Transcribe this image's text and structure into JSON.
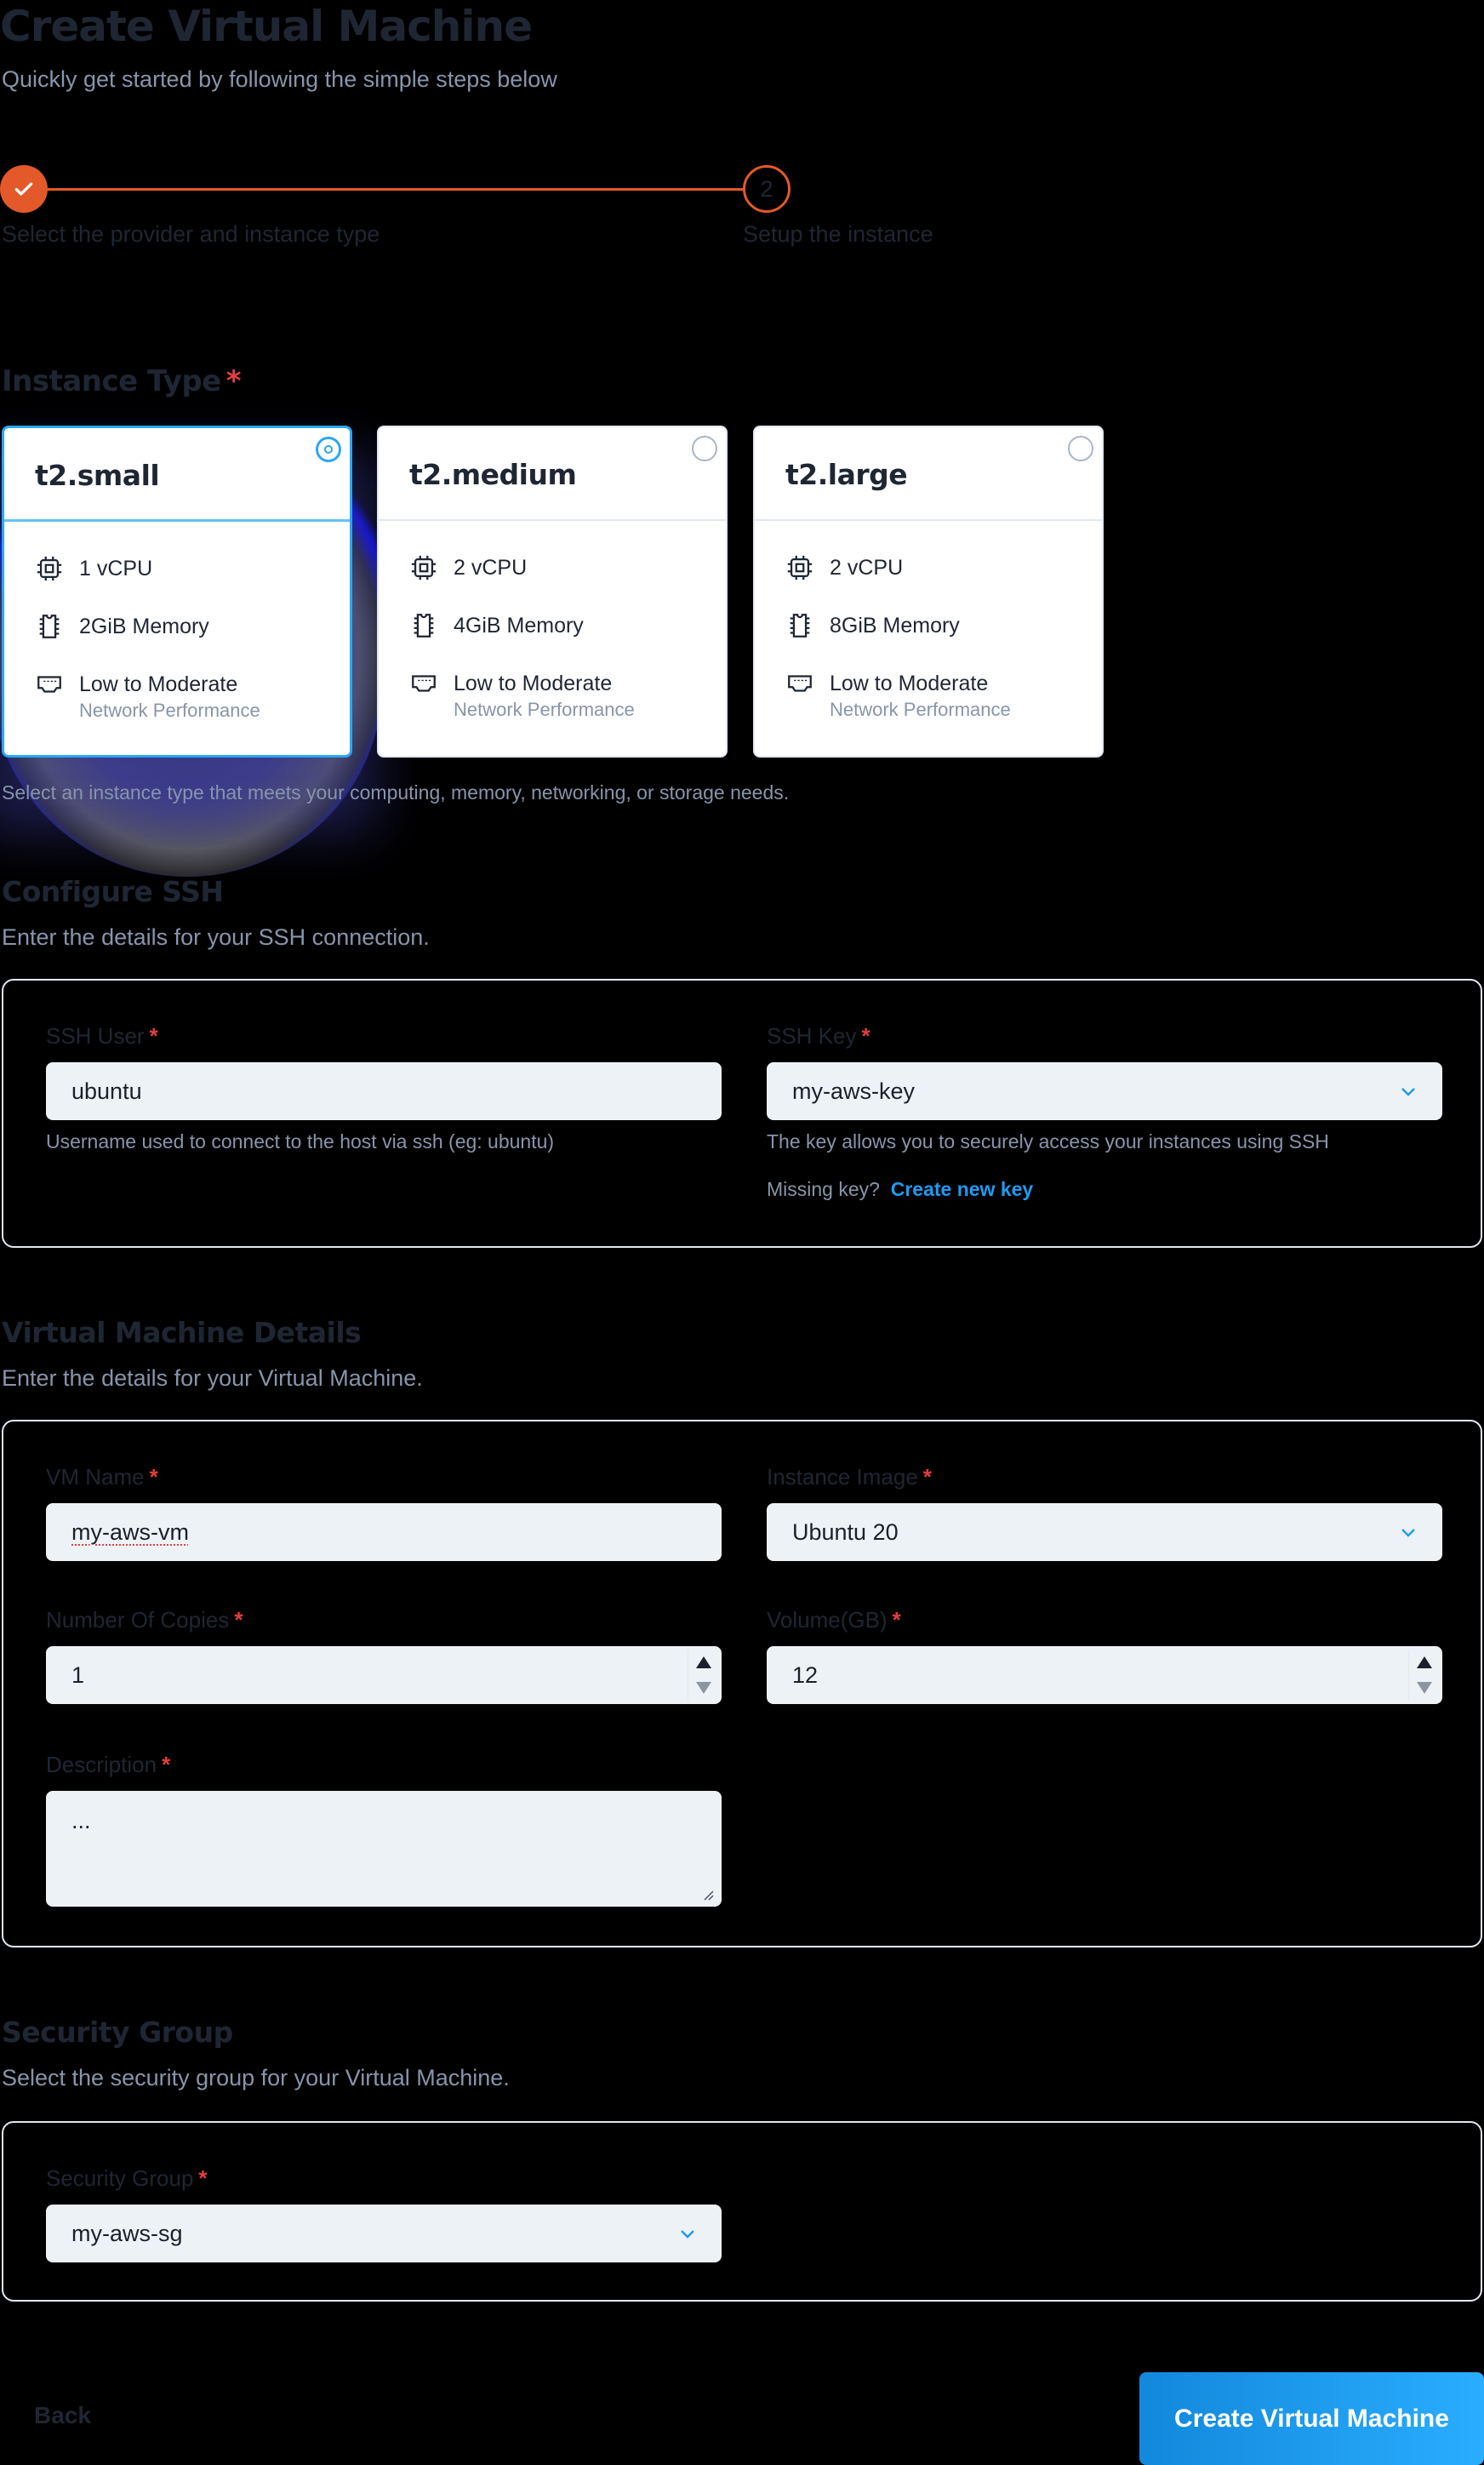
{
  "header": {
    "title": "Create Virtual Machine",
    "subtitle": "Quickly get started by following the simple steps below"
  },
  "stepper": {
    "steps": [
      {
        "number": "1",
        "label": "Select the provider and instance type",
        "status": "complete"
      },
      {
        "number": "2",
        "label": "Setup the instance",
        "status": "current"
      }
    ],
    "accent_color": "#e4592a"
  },
  "instance_type": {
    "title": "Instance Type",
    "required": "*",
    "hint": "Select an instance type that meets your computing, memory, networking, or storage needs.",
    "selected": "t2.small",
    "cards": [
      {
        "name": "t2.small",
        "cpu": "1 vCPU",
        "memory": "2GiB Memory",
        "network": "Low to Moderate",
        "network_sub": "Network Performance",
        "selected": true
      },
      {
        "name": "t2.medium",
        "cpu": "2 vCPU",
        "memory": "4GiB Memory",
        "network": "Low to Moderate",
        "network_sub": "Network Performance",
        "selected": false
      },
      {
        "name": "t2.large",
        "cpu": "2 vCPU",
        "memory": "8GiB Memory",
        "network": "Low to Moderate",
        "network_sub": "Network Performance",
        "selected": false
      }
    ]
  },
  "ssh": {
    "title": "Configure SSH",
    "description": "Enter the details for your SSH connection.",
    "user": {
      "label": "SSH User",
      "required": "*",
      "value": "ubuntu",
      "hint": "Username used to connect to the host via ssh (eg: ubuntu)"
    },
    "key": {
      "label": "SSH Key",
      "required": "*",
      "value": "my-aws-key",
      "hint": "The key allows you to securely access your instances using SSH",
      "missing_text": "Missing key?",
      "create_link": "Create new key"
    }
  },
  "vm_details": {
    "title": "Virtual Machine Details",
    "description": "Enter the details for your Virtual Machine.",
    "name": {
      "label": "VM Name",
      "required": "*",
      "value": "my-aws-vm"
    },
    "image": {
      "label": "Instance Image",
      "required": "*",
      "value": "Ubuntu 20"
    },
    "copies": {
      "label": "Number Of Copies",
      "required": "*",
      "value": "1"
    },
    "volume": {
      "label": "Volume(GB)",
      "required": "*",
      "value": "12"
    },
    "description_field": {
      "label": "Description",
      "required": "*",
      "value": "..."
    }
  },
  "security": {
    "title": "Security Group",
    "description": "Select the security group for your Virtual Machine.",
    "group": {
      "label": "Security Group",
      "required": "*",
      "value": "my-aws-sg"
    }
  },
  "footer": {
    "back_label": "Back",
    "create_label": "Create Virtual Machine"
  },
  "colors": {
    "primary": "#1d9bf0",
    "accent": "#e4592a",
    "required": "#e53e3e",
    "input_bg": "#edf2f7"
  }
}
